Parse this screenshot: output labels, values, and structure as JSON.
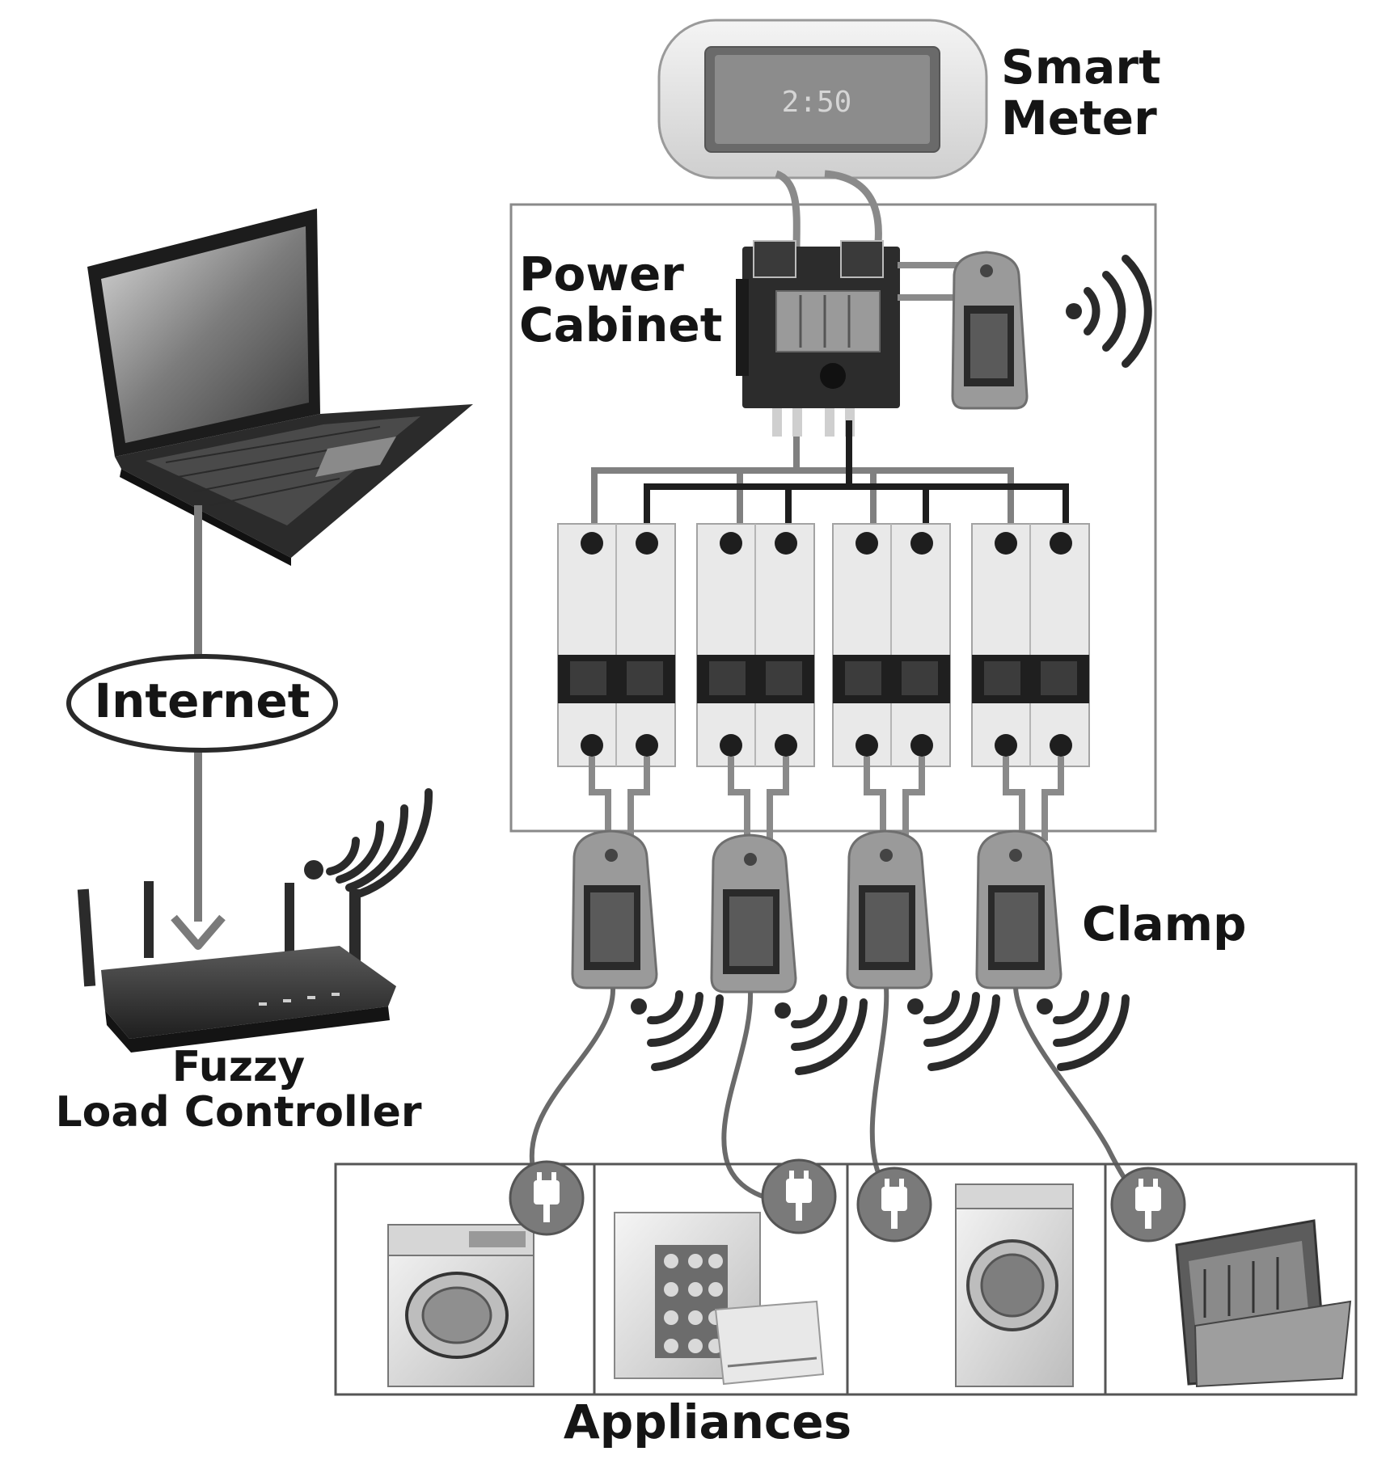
{
  "labels": {
    "smart_meter": [
      "Smart",
      "Meter"
    ],
    "power_cabinet": [
      "Power",
      "Cabinet"
    ],
    "internet": "Internet",
    "clamp": "Clamp",
    "controller": [
      "Fuzzy",
      "Load Controller"
    ],
    "appliances": "Appliances"
  },
  "meter_display": "2:50",
  "icons": [
    "laptop-icon",
    "router-icon",
    "wifi-signal-icon",
    "smart-meter-icon",
    "power-cabinet-icon",
    "circuit-breaker-icon",
    "clamp-sensor-icon",
    "plug-icon",
    "washing-machine-icon",
    "air-conditioner-icon",
    "dishwasher-icon"
  ],
  "colors": {
    "ink": "#151515",
    "gray": "#7a7a7a",
    "light": "#e4e4e4",
    "dark": "#262626"
  }
}
